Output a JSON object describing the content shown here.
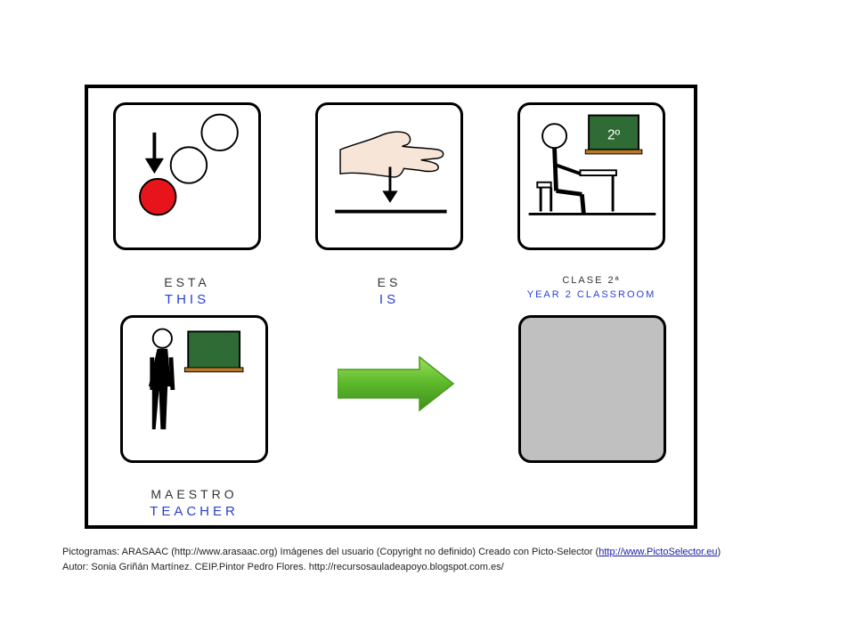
{
  "cards": [
    {
      "id": "esta",
      "es": "ESTA",
      "en": "THIS"
    },
    {
      "id": "es",
      "es": "ES",
      "en": "IS"
    },
    {
      "id": "clase",
      "es": "CLASE 2ª",
      "en": "YEAR 2 CLASSROOM",
      "board_text": "2º"
    },
    {
      "id": "maestro",
      "es": "MAESTRO",
      "en": "TEACHER"
    }
  ],
  "footer": {
    "line1_prefix": "Pictogramas: ARASAAC (http://www.arasaac.org)  Imágenes del usuario (Copyright no definido) Creado con Picto-Selector (",
    "line1_link": "http://www.PictoSelector.eu",
    "line1_suffix": ")",
    "line2": "Autor: Sonia Griñán  Martínez. CEIP.Pintor Pedro Flores. http://recursosauladeapoyo.blogspot.com.es/"
  },
  "colors": {
    "red_ball": "#e8141b",
    "chalkboard": "#2f6b34",
    "chalkboard_frame": "#b87a2a",
    "arrow_green": "#5cb82a",
    "empty_card": "#c0c0c0",
    "english_text": "#2a3fd4"
  }
}
